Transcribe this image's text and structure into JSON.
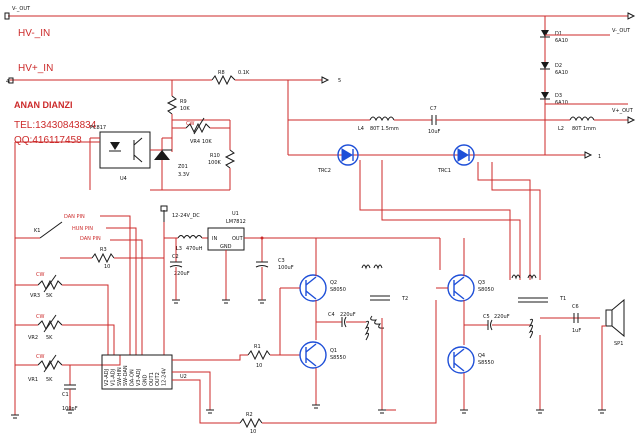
{
  "rails": {
    "hv_minus_in": "HV-_IN",
    "hv_plus_in": "HV+_IN",
    "v_minus_out_top": "V-_OUT",
    "v_minus_out_right": "V-_OUT",
    "v_plus_out": "V+_OUT",
    "term_4": "4",
    "term_5": "5",
    "term_1": "1"
  },
  "contact": {
    "company": "ANAN DIANZI",
    "tel": "TEL:13430843834",
    "qq": "QQ:416117458"
  },
  "components": {
    "R8": {
      "ref": "R8",
      "value": "0.1K"
    },
    "R9": {
      "ref": "R9",
      "value": "10K"
    },
    "R10": {
      "ref": "R10",
      "value": "100K"
    },
    "VR4": {
      "ref": "VR4",
      "value": "10K",
      "tag": "CW"
    },
    "Z01": {
      "ref": "Z01",
      "value": "3.3V"
    },
    "U4": {
      "ref": "U4",
      "part": "PC817"
    },
    "L4": {
      "ref": "L4",
      "value": "80T 1.5mm"
    },
    "C7": {
      "ref": "C7",
      "value": "10uF"
    },
    "L2": {
      "ref": "L2",
      "value": "80T 1mm"
    },
    "D1": {
      "ref": "D1",
      "value": "6A10"
    },
    "D2": {
      "ref": "D2",
      "value": "6A10"
    },
    "D3": {
      "ref": "D3",
      "value": "6A10"
    },
    "TRC1": {
      "ref": "TRC1"
    },
    "TRC2": {
      "ref": "TRC2"
    },
    "U1": {
      "ref": "U1",
      "part": "LM7812",
      "pin_in": "IN",
      "pin_out": "OUT",
      "pin_gnd": "GND"
    },
    "DC": {
      "value": "12-24V_DC"
    },
    "L3": {
      "ref": "L3",
      "value": "470uH"
    },
    "C2": {
      "ref": "C2",
      "value": "220uF"
    },
    "C3": {
      "ref": "C3",
      "value": "100uF"
    },
    "R3": {
      "ref": "R3",
      "value": "10"
    },
    "K1": {
      "ref": "K1",
      "pins": [
        "DAN PIN",
        "HUN PIN",
        "DAN PIN"
      ]
    },
    "VR3": {
      "ref": "VR3",
      "value": "5K",
      "tag": "CW"
    },
    "VR2": {
      "ref": "VR2",
      "value": "5K",
      "tag": "CW"
    },
    "VR1": {
      "ref": "VR1",
      "value": "5K",
      "tag": "CW"
    },
    "C1": {
      "ref": "C1",
      "value": "100nF"
    },
    "U2": {
      "ref": "U2"
    },
    "R1": {
      "ref": "R1",
      "value": "10"
    },
    "R2": {
      "ref": "R2",
      "value": "10"
    },
    "Q1": {
      "ref": "Q1",
      "part": "S8550"
    },
    "Q2": {
      "ref": "Q2",
      "part": "S8050"
    },
    "Q3": {
      "ref": "Q3",
      "part": "S8050"
    },
    "Q4": {
      "ref": "Q4",
      "part": "S8550"
    },
    "C4": {
      "ref": "C4",
      "value": "220uF"
    },
    "C5": {
      "ref": "C5",
      "value": "220uF"
    },
    "C6": {
      "ref": "C6",
      "value": "1uF"
    },
    "T2": {
      "ref": "T2"
    },
    "T1": {
      "ref": "T1"
    },
    "SP1": {
      "ref": "SP1"
    }
  },
  "u2_pins": [
    "V2-ADJ",
    "V1-ADJ",
    "SW-HIN",
    "SW-DAN",
    "DA-ON",
    "V3-ADJ",
    "GND",
    "OUT1",
    "OUT2",
    "12-24V"
  ]
}
